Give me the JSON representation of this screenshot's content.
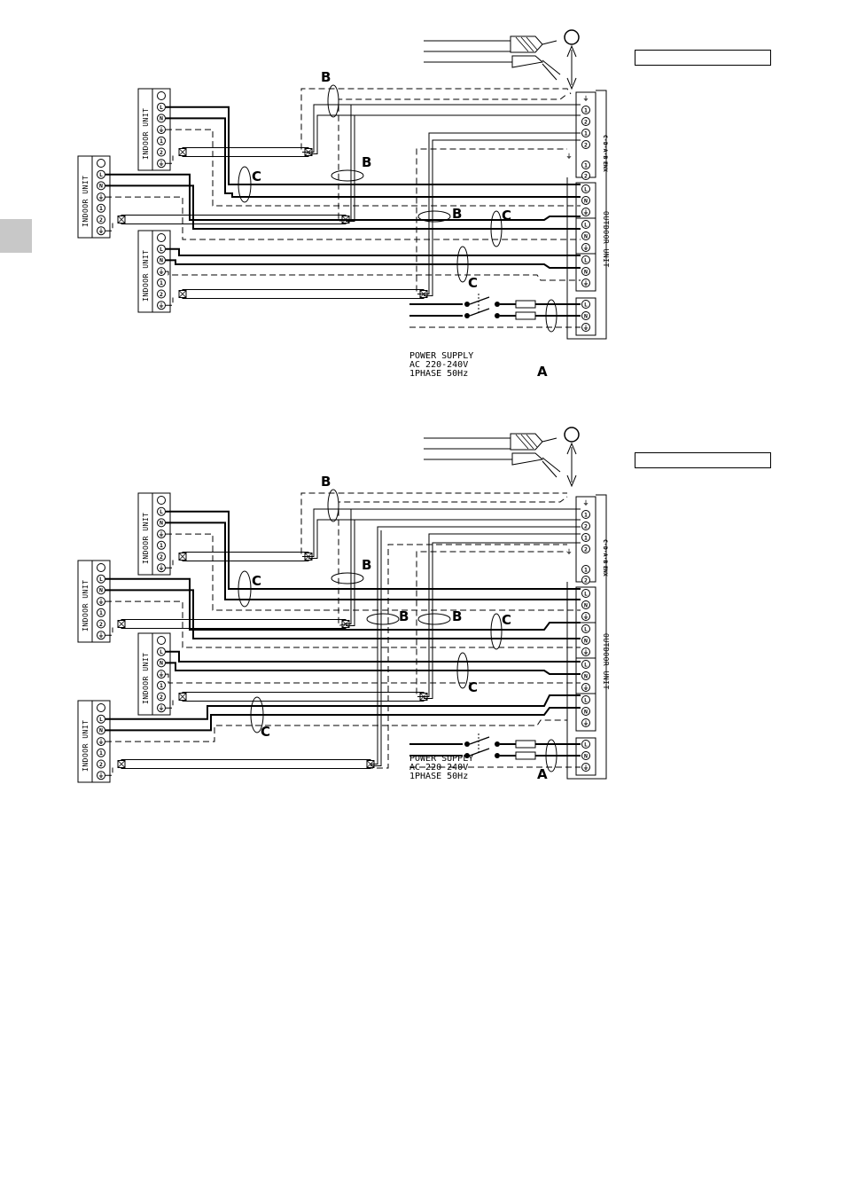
{
  "labels": {
    "indoor_unit": "INDOOR UNIT",
    "outdoor_unit": "OUTDOOR UNIT",
    "power_supply": [
      "POWER SUPPLY",
      "AC 220-240V",
      "1PHASE 50Hz"
    ],
    "cable_a": "A",
    "cable_b": "B",
    "cable_c": "C",
    "terminal_top": [
      "C",
      "D",
      "A",
      "B"
    ],
    "terminal_bottom": [
      "E",
      "N",
      "X"
    ]
  },
  "terminals": {
    "indoor": [
      "",
      "L",
      "N",
      "⏚",
      "1",
      "2",
      "⏚"
    ],
    "outdoor_comm": [
      "⏚",
      "1",
      "2",
      "1",
      "2",
      "",
      "1",
      "2"
    ],
    "outdoor_power_group": [
      "L",
      "N",
      "⏚"
    ],
    "supply": [
      "L",
      "N",
      "⏚"
    ]
  },
  "diagrams": [
    {
      "name": "three-indoor-units",
      "indoor_count": 3
    },
    {
      "name": "four-indoor-units",
      "indoor_count": 4
    }
  ],
  "colors": {
    "line": "#000000",
    "tab": "#c8c8c8"
  }
}
